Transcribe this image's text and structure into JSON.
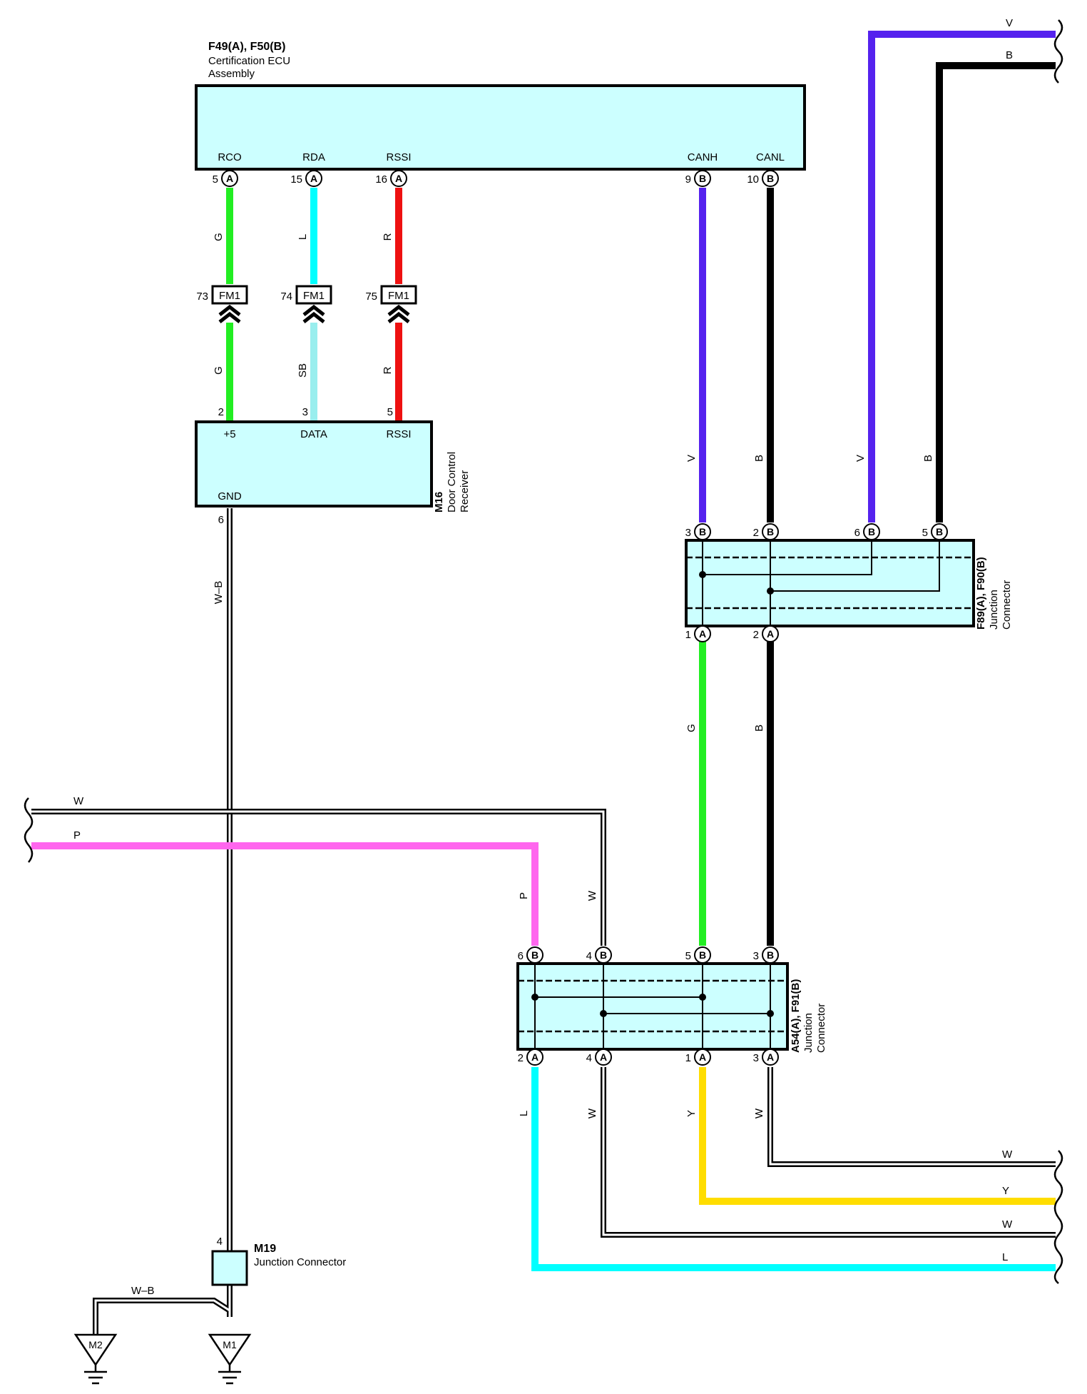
{
  "components": {
    "ecu": {
      "id": "F49(A), F50(B)",
      "name_line1": "Certification ECU",
      "name_line2": "Assembly"
    },
    "receiver": {
      "id": "M16",
      "name_line1": "Door Control",
      "name_line2": "Receiver"
    },
    "jc_upper": {
      "id": "F89(A), F90(B)",
      "name_line1": "Junction",
      "name_line2": "Connector"
    },
    "jc_lower": {
      "id": "A54(A), F91(B)",
      "name_line1": "Junction",
      "name_line2": "Connector"
    },
    "m19": {
      "id": "M19",
      "name": "Junction Connector",
      "pin": "4"
    }
  },
  "ecu_terminals": [
    {
      "name": "RCO",
      "pin": "5",
      "conn": "A"
    },
    {
      "name": "RDA",
      "pin": "15",
      "conn": "A"
    },
    {
      "name": "RSSI",
      "pin": "16",
      "conn": "A"
    },
    {
      "name": "CANH",
      "pin": "9",
      "conn": "B"
    },
    {
      "name": "CANL",
      "pin": "10",
      "conn": "B"
    }
  ],
  "fm1": [
    {
      "pin": "73",
      "label": "FM1"
    },
    {
      "pin": "74",
      "label": "FM1"
    },
    {
      "pin": "75",
      "label": "FM1"
    }
  ],
  "receiver_terminals": [
    {
      "name": "+5",
      "pin": "2"
    },
    {
      "name": "DATA",
      "pin": "3"
    },
    {
      "name": "RSSI",
      "pin": "5"
    },
    {
      "name": "GND",
      "pin": "6"
    }
  ],
  "jc_upper_pins": {
    "top": [
      {
        "pin": "3",
        "conn": "B"
      },
      {
        "pin": "2",
        "conn": "B"
      },
      {
        "pin": "6",
        "conn": "B"
      },
      {
        "pin": "5",
        "conn": "B"
      }
    ],
    "bottom": [
      {
        "pin": "1",
        "conn": "A"
      },
      {
        "pin": "2",
        "conn": "A"
      }
    ]
  },
  "jc_lower_pins": {
    "top": [
      {
        "pin": "6",
        "conn": "B"
      },
      {
        "pin": "4",
        "conn": "B"
      },
      {
        "pin": "5",
        "conn": "B"
      },
      {
        "pin": "3",
        "conn": "B"
      }
    ],
    "bottom": [
      {
        "pin": "2",
        "conn": "A"
      },
      {
        "pin": "4",
        "conn": "A"
      },
      {
        "pin": "1",
        "conn": "A"
      },
      {
        "pin": "3",
        "conn": "A"
      }
    ]
  },
  "wire_labels": {
    "rco_upper": "G",
    "rda_upper": "L",
    "rssi_upper": "R",
    "rco_lower": "G",
    "rda_lower": "SB",
    "rssi_lower": "R",
    "canh": "V",
    "canl": "B",
    "v_ext": "V",
    "b_ext": "B",
    "jc_g": "G",
    "jc_b": "B",
    "gnd": "W–B",
    "gnd_h": "W–B",
    "left_w": "W",
    "left_p": "P",
    "p_vert": "P",
    "w_vert": "W",
    "bot_l": "L",
    "bot_w1": "W",
    "bot_y": "Y",
    "bot_w2": "W",
    "top_right_v": "V",
    "top_right_b": "B",
    "right_w1": "W",
    "right_y": "Y",
    "right_w2": "W",
    "right_l": "L"
  },
  "grounds": [
    {
      "label": "M2"
    },
    {
      "label": "M1"
    }
  ],
  "wire_colors": {
    "G": "#22ee22",
    "L": "#00ffff",
    "SB": "#99eeee",
    "R": "#ee1111",
    "V": "#5522ee",
    "B": "#000000",
    "P": "#ff66ee",
    "Y": "#ffdd00",
    "W": "#ffffff"
  }
}
